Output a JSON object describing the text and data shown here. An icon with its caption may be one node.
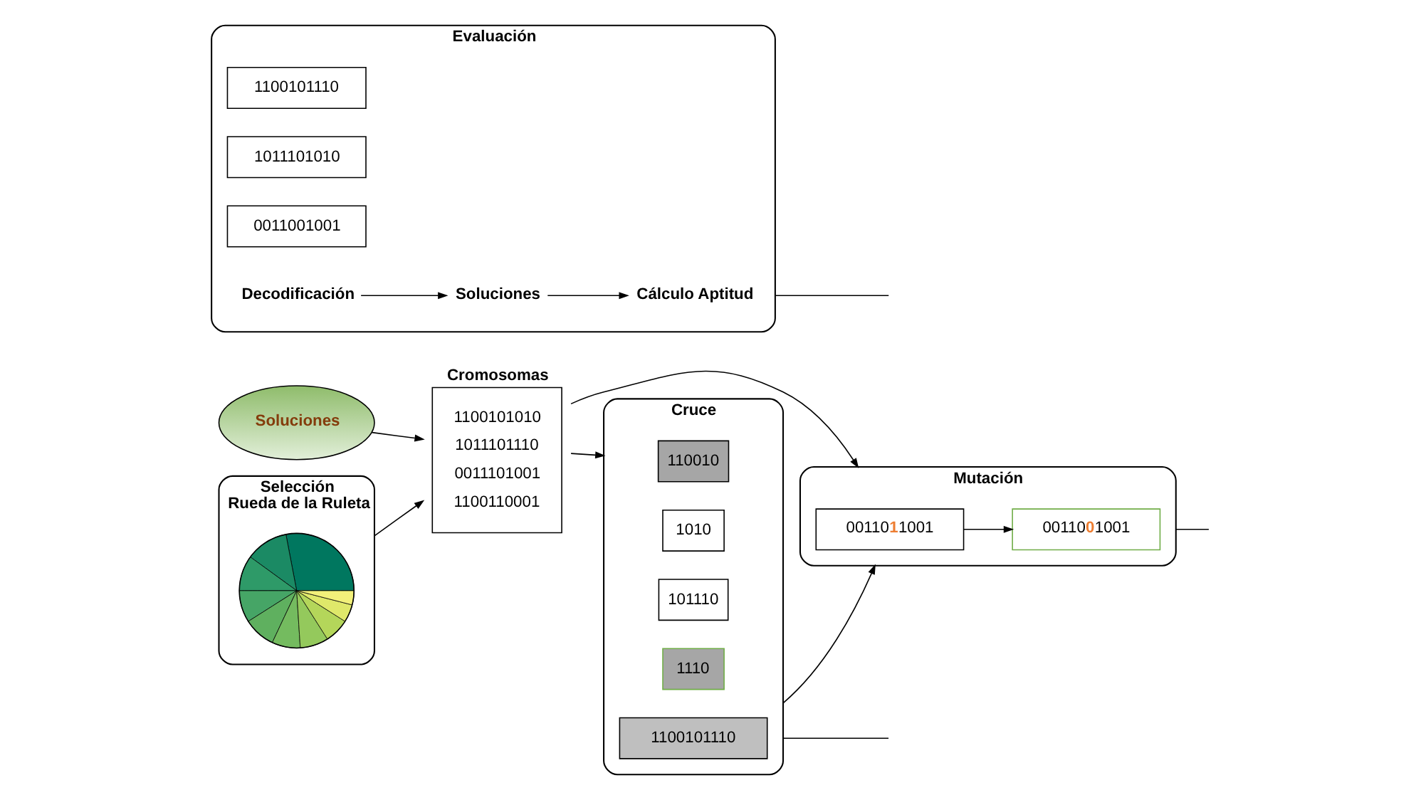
{
  "diagram": {
    "nodes": [
      {
        "text": [
          "Soluciones"
        ]
      },
      {
        "text": [
          "Cromosomas",
          "1100101010",
          "1011101110",
          "0011101001",
          "1100110001"
        ]
      },
      {
        "text": [
          "Cruce"
        ]
      },
      {
        "text": [
          "110010"
        ],
        "in": 2
      },
      {
        "text": [
          "1010"
        ],
        "in": 2
      },
      {
        "text": [
          "101110"
        ],
        "in": 2
      },
      {
        "text": [
          "1110"
        ],
        "in": 2
      },
      {
        "text": [
          "1100101110"
        ],
        "in": 2
      },
      {
        "text": [
          "Mutación"
        ]
      },
      {
        "text": [
          "00110**1**1001"
        ],
        "in": 8
      },
      {
        "text": [
          "00110**0**1001"
        ],
        "in": 8
      },
      {
        "text": [
          "Selección",
          "Rueda de la Ruleta"
        ]
      },
      {
        "text": [],
        "shape": "picture",
        "in": 11
      },
      {
        "text": [
          "Evaluación"
        ]
      },
      {
        "text": [
          "1100101110"
        ],
        "in": 13
      },
      {
        "text": [
          "1011101010"
        ],
        "in": 13
      },
      {
        "text": [
          "0011001001"
        ],
        "in": 13
      },
      {
        "text": [
          "Decodificación"
        ],
        "in": 13
      },
      {
        "text": [
          "Soluciones"
        ],
        "in": 13
      },
      {
        "text": [
          "Cálculo Aptitud"
        ],
        "in": 13
      }
    ],
    "edges": [
      {
        "from": 0,
        "to": 1,
        "arrow": "to"
      },
      {
        "from": 1,
        "to": 2,
        "arrow": "to"
      },
      {
        "from": 1,
        "to": 8,
        "arrow": "to"
      },
      {
        "from": 2,
        "to": 8,
        "arrow": "to"
      },
      {
        "from": 9,
        "to": 10,
        "arrow": "to"
      },
      {
        "from": 11,
        "to": 1,
        "arrow": "to"
      },
      {
        "from": 17,
        "to": 18,
        "arrow": "to"
      },
      {
        "from": 18,
        "to": 19,
        "arrow": "to"
      },
      {
        "from": 2,
        "to": null,
        "arrow": "none"
      },
      {
        "from": 8,
        "to": null,
        "arrow": "none"
      },
      {
        "from": 13,
        "to": null,
        "arrow": "none"
      }
    ]
  }
}
